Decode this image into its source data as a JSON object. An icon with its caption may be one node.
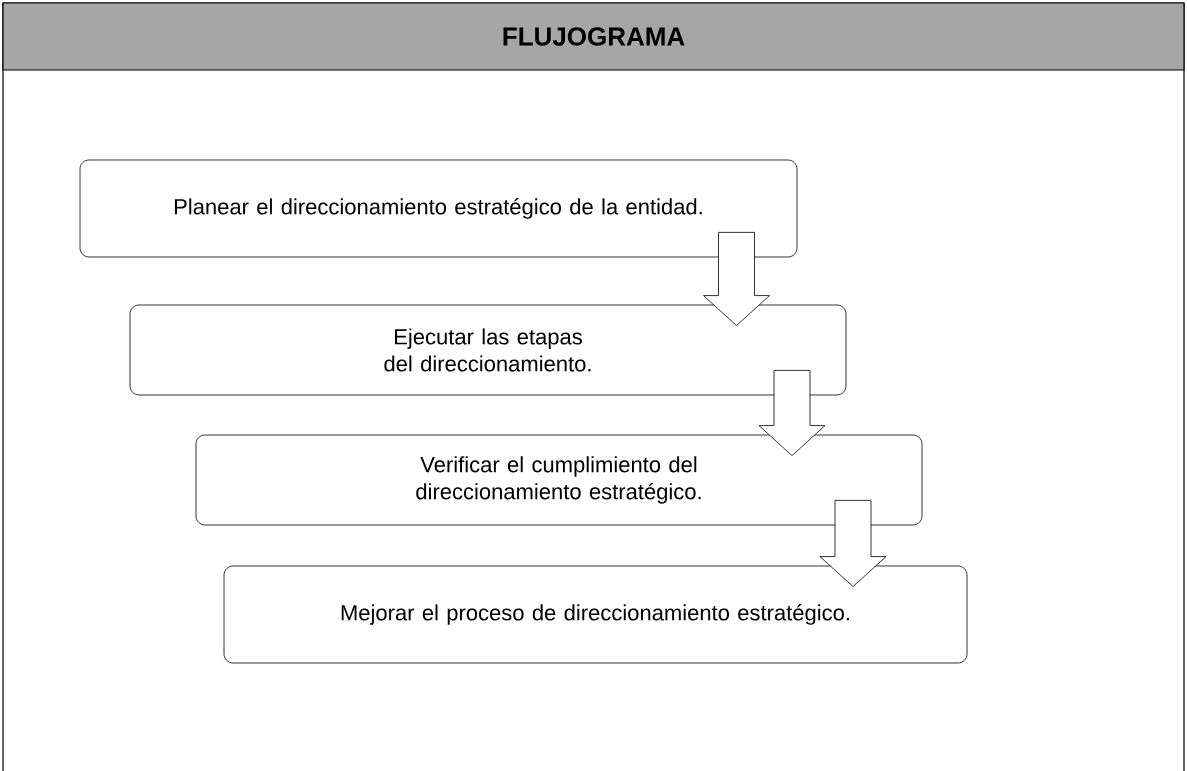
{
  "diagram": {
    "title": "FLUJOGRAMA",
    "nodes": [
      {
        "text": [
          "Planear el direccionamiento estratégico de la entidad."
        ]
      },
      {
        "text": [
          "Ejecutar las etapas del direccionamiento."
        ]
      },
      {
        "text": [
          "Verificar el cumplimiento del direccionamiento estratégico."
        ]
      },
      {
        "text": [
          "Mejorar el proceso de direccionamiento estratégico."
        ]
      }
    ],
    "edges": [
      {
        "from": 0,
        "to": 1,
        "arrow": "to"
      },
      {
        "from": 1,
        "to": 2,
        "arrow": "to"
      },
      {
        "from": 2,
        "to": 3,
        "arrow": "to"
      }
    ]
  }
}
